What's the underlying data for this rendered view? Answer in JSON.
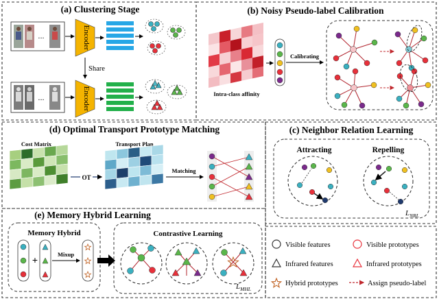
{
  "panels": {
    "a": {
      "title": "(a) Clustering Stage",
      "encoder": "Encoder",
      "share": "Share",
      "dots": "..."
    },
    "b": {
      "title": "(b) Noisy Pseudo-label Calibration",
      "affinity_label": "Intra-class affinity",
      "calibrating": "Calibrating"
    },
    "c": {
      "title": "(c) Neighbor Relation Learning",
      "attracting": "Attracting",
      "repelling": "Repelling",
      "loss": "L",
      "loss_sub": "NRL"
    },
    "d": {
      "title": "(d) Optimal Transport Prototype Matching",
      "cost_matrix": "Cost Matrix",
      "transport_plan": "Transport Plan",
      "ot": "OT",
      "matching": "Matching"
    },
    "e": {
      "title": "(e) Memory Hybrid  Learning",
      "memory_hybrid": "Memory Hybrid",
      "contrastive": "Contrastive  Learning",
      "mixup": "Mixup",
      "plus": "+",
      "loss": "L",
      "loss_sub": "MHL"
    }
  },
  "legend": [
    {
      "key": "visible-features",
      "label": "Visible features"
    },
    {
      "key": "visible-prototypes",
      "label": "Visible prototypes"
    },
    {
      "key": "infrared-features",
      "label": "Infrared features"
    },
    {
      "key": "infrared-prototypes",
      "label": "Infrared prototypes"
    },
    {
      "key": "hybrid-prototypes",
      "label": "Hybrid prototypes"
    },
    {
      "key": "assign-pseudo-label",
      "label": "Assign pseudo-label"
    }
  ],
  "colors": {
    "encoder": "#f5b400",
    "feature_blue": "#27a7e6",
    "feature_green": "#22b04a",
    "red": "#e8303a",
    "green": "#5ab64a",
    "teal": "#3ab0c0",
    "purple": "#7b2a8c",
    "yellow": "#f0c020",
    "navy": "#1f3a6e",
    "dark_red": "#b0202a"
  }
}
